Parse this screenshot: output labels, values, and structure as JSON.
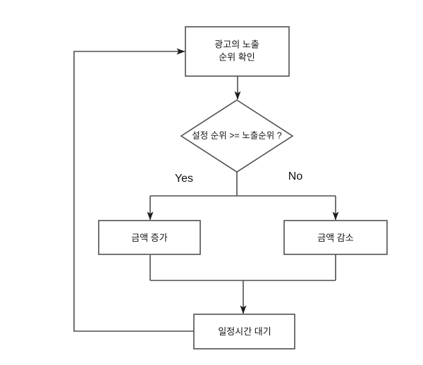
{
  "diagram": {
    "type": "flowchart",
    "background_color": "#ffffff",
    "line_color": "#4f4f4f",
    "arrow_color": "#1c1c1c",
    "text_color": "#141414",
    "nodes": [
      {
        "id": "check-rank",
        "shape": "rectangle",
        "label": "광고의 노출\n순위 확인"
      },
      {
        "id": "decision",
        "shape": "diamond",
        "label": "설정 순위 >= 노출순위 ?"
      },
      {
        "id": "increase",
        "shape": "rectangle",
        "label": "금액 증가"
      },
      {
        "id": "decrease",
        "shape": "rectangle",
        "label": "금액 감소"
      },
      {
        "id": "wait",
        "shape": "rectangle",
        "label": "일정시간 대기"
      }
    ],
    "branch_labels": {
      "yes": "Yes",
      "no": "No"
    },
    "edges": [
      {
        "from": "check-rank",
        "to": "decision",
        "label": ""
      },
      {
        "from": "decision",
        "to": "increase",
        "label": "Yes"
      },
      {
        "from": "decision",
        "to": "decrease",
        "label": "No"
      },
      {
        "from": "increase",
        "to": "wait",
        "label": ""
      },
      {
        "from": "decrease",
        "to": "wait",
        "label": ""
      },
      {
        "from": "wait",
        "to": "check-rank",
        "label": ""
      }
    ]
  }
}
